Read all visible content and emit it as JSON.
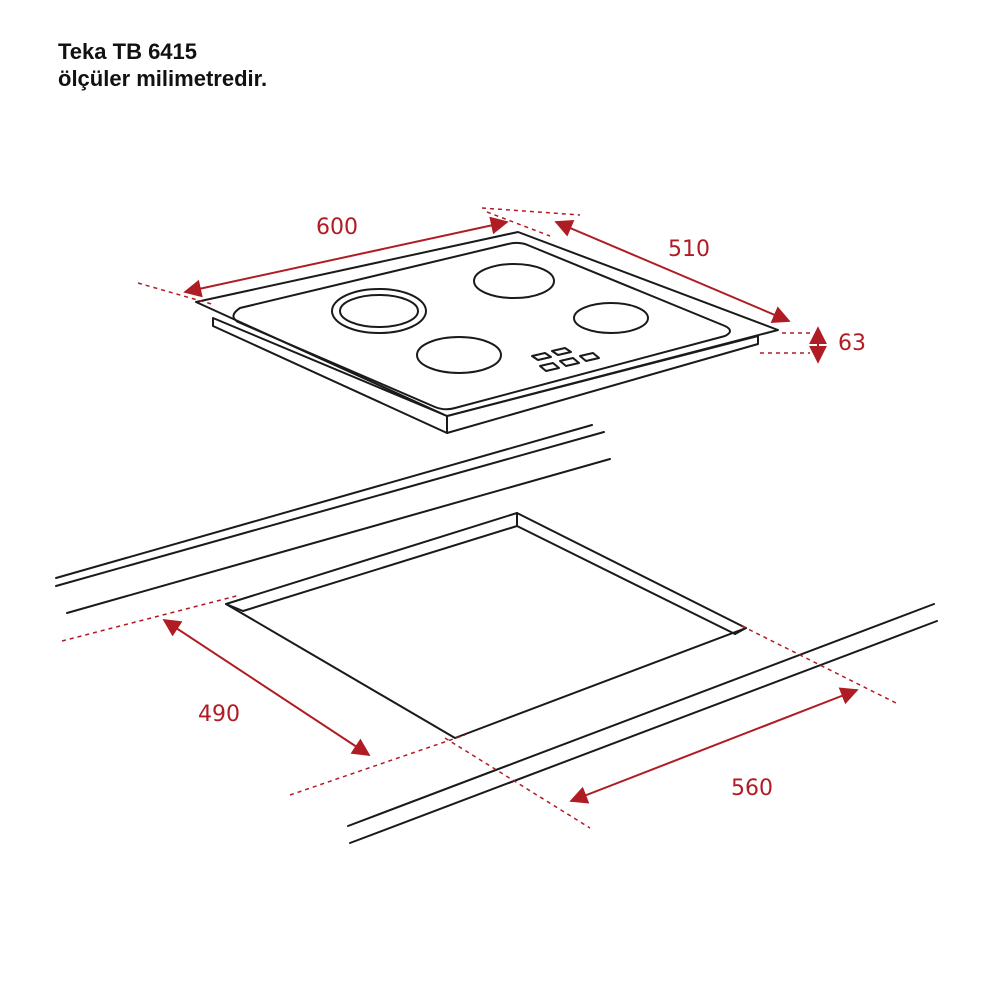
{
  "header": {
    "title": "Teka TB 6415",
    "subtitle": "ölçüler milimetredir."
  },
  "dimensions": {
    "hob_width": "600",
    "hob_depth": "510",
    "hob_height": "63",
    "cutout_depth": "490",
    "cutout_width": "560"
  },
  "colors": {
    "dimension": "#b01c24",
    "line": "#1a1a1a"
  }
}
